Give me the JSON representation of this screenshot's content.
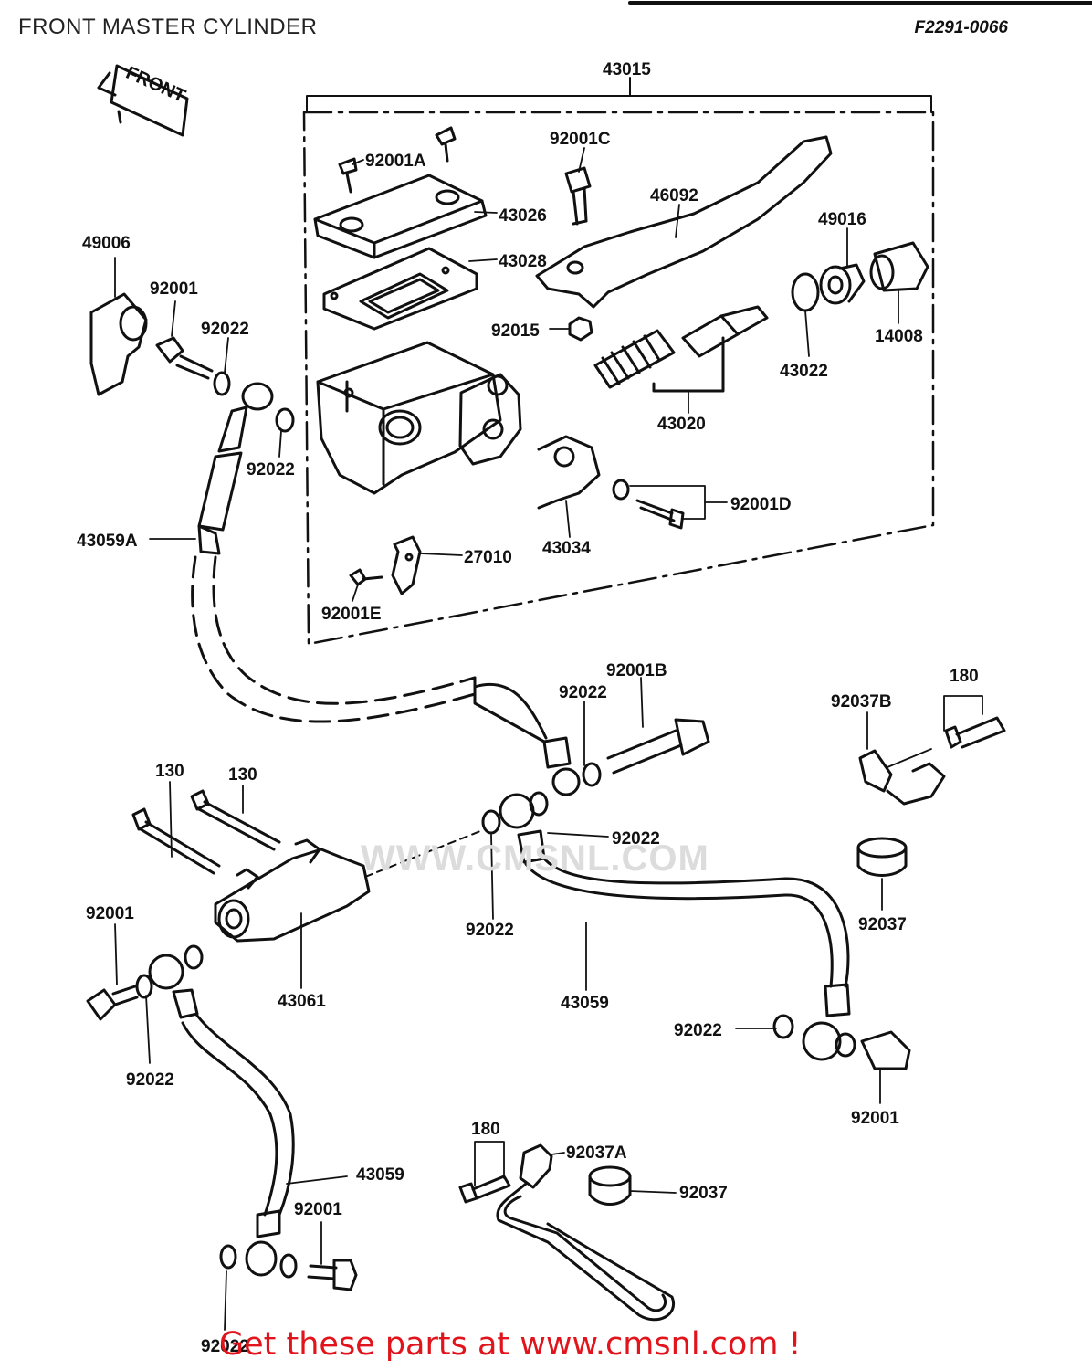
{
  "header": {
    "title": "FRONT MASTER CYLINDER",
    "code": "F2291-0066"
  },
  "front_marker": "FRONT",
  "watermark": "WWW.CMSNL.COM",
  "footer": {
    "link_text": "Get these parts at www.cmsnl.com !"
  },
  "colors": {
    "link": "#e1141c",
    "line": "#111111",
    "watermark": "#dcdcdc"
  },
  "parts": {
    "p43015": "43015",
    "p92001C": "92001C",
    "p92001A": "92001A",
    "p43026": "43026",
    "p46092": "46092",
    "p43028": "43028",
    "p49016": "49016",
    "p49006": "49006",
    "p92001_a": "92001",
    "p92022_a": "92022",
    "p92015": "92015",
    "p14008": "14008",
    "p43022": "43022",
    "p43020": "43020",
    "p92022_b": "92022",
    "p92001D": "92001D",
    "p43059A": "43059A",
    "p27010": "27010",
    "p43034": "43034",
    "p92001E": "92001E",
    "p92001B": "92001B",
    "p180_a": "180",
    "p92022_c": "92022",
    "p92037B": "92037B",
    "p130_a": "130",
    "p130_b": "130",
    "p92022_d": "92022",
    "p92037_a": "92037",
    "p92001_b": "92001",
    "p92022_e": "92022",
    "p43061": "43061",
    "p43059_a": "43059",
    "p92022_f": "92022",
    "p92022_g": "92022",
    "p92001_c": "92001",
    "p180_b": "180",
    "p92037A": "92037A",
    "p43059_b": "43059",
    "p92037_b": "92037",
    "p92001_d": "92001",
    "p92022_h": "92022"
  }
}
